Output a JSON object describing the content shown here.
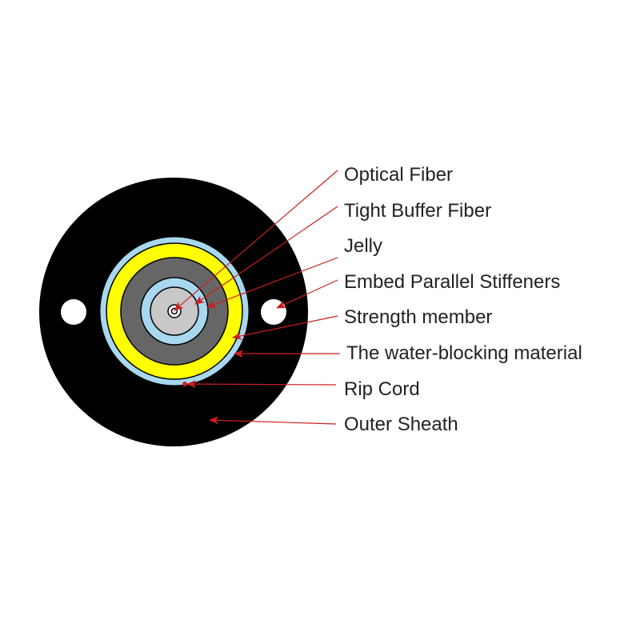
{
  "labels": [
    {
      "text": "Optical Fiber",
      "color": "#cc1f1f"
    },
    {
      "text": "Tight Buffer Fiber",
      "color": "#cc1f1f"
    },
    {
      "text": "Jelly",
      "color": "#cc1f1f"
    },
    {
      "text": "Embed Parallel Stiffeners",
      "color": "#cc1f1f"
    },
    {
      "text": "Strength member",
      "color": "#cc1f1f"
    },
    {
      "text": "The water-blocking material",
      "color": "#cc1f1f"
    },
    {
      "text": "Rip Cord",
      "color": "#cc1f1f"
    },
    {
      "text": "Outer Sheath",
      "color": "#cc1f1f"
    }
  ],
  "colors": {
    "sheath": "#000000",
    "water_blocking": "#a8d8ef",
    "strength": "#ffff00",
    "tube": "#666666",
    "jelly": "#c8c8c8",
    "arrow": "#cc1f1f"
  }
}
